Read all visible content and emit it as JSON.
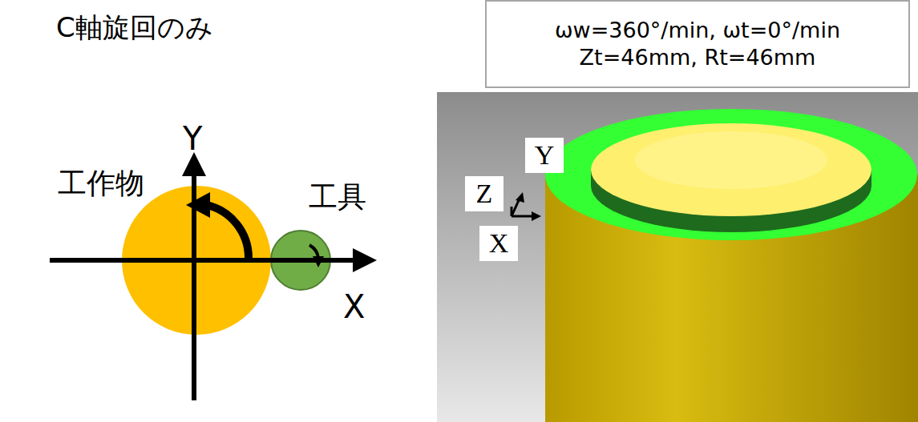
{
  "diagram": {
    "title": "C軸旋回のみ",
    "nodes": [
      {
        "text": [
          "ωw=360°/min, ωt=0°/min",
          "Zt=46mm, Rt=46mm"
        ]
      }
    ],
    "labels": [
      "Y",
      "工作物",
      "工具",
      "X",
      "Y",
      "Z",
      "X"
    ]
  }
}
